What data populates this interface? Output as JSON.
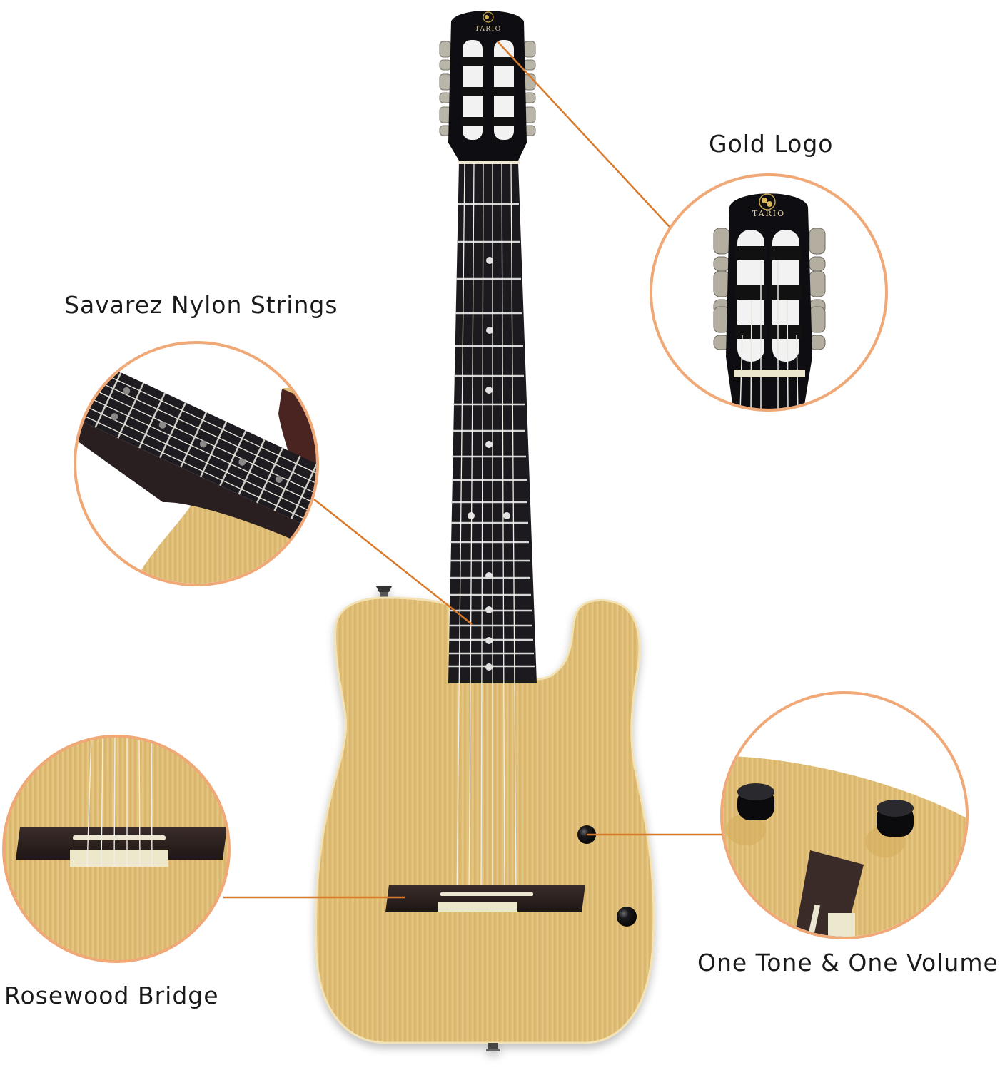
{
  "product": {
    "brand_logo_text": "TARIO",
    "type": "electric classical guitar (telecaster-style body)",
    "finish_color": "#E2C07A",
    "fretboard_color": "#1c1a1f",
    "headstock_color": "#0e0e12"
  },
  "style": {
    "callout_line_color": "#D97A2B",
    "circle_border_color": "#EFA876",
    "label_text_color": "#1a1a1a",
    "background": "#ffffff"
  },
  "callouts": [
    {
      "id": "gold-logo",
      "label": "Gold Logo",
      "detail": "headstock close-up with TARIO gold logo"
    },
    {
      "id": "savarez-strings",
      "label": "Savarez Nylon Strings",
      "detail": "fretboard close-up with nylon strings"
    },
    {
      "id": "rosewood-bridge",
      "label": "Rosewood Bridge",
      "detail": "bridge close-up with tie-block strings"
    },
    {
      "id": "tone-volume",
      "label": "One Tone & One Volume",
      "detail": "two black control knobs close-up"
    }
  ]
}
